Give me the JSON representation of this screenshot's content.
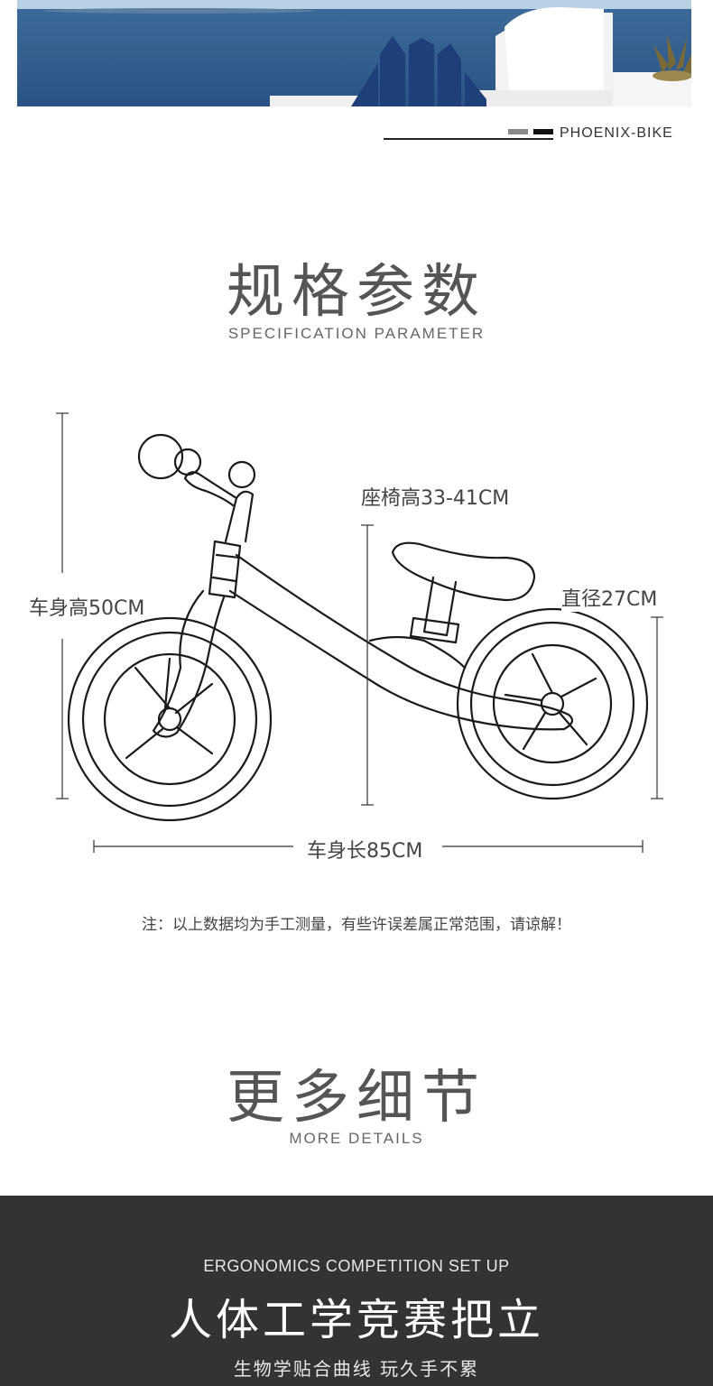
{
  "brand": {
    "name": "PHOENIX-BIKE"
  },
  "spec_section": {
    "title": "规格参数",
    "subtitle": "SPECIFICATION PARAMETER"
  },
  "dimensions": {
    "seat_height": "座椅高33-41CM",
    "body_height": "车身高50CM",
    "wheel_diameter": "直径27CM",
    "body_length": "车身长85CM"
  },
  "note": "注：以上数据均为手工测量，有些许误差属正常范围，请谅解！",
  "details_section": {
    "title": "更多细节",
    "subtitle": "MORE DETAILS"
  },
  "ergonomics": {
    "english": "ERGONOMICS COMPETITION SET UP",
    "title": "人体工学竞赛把立",
    "subtitle": "生物学贴合曲线 玩久手不累"
  },
  "colors": {
    "sea": "#2f5a8a",
    "sky": "#a9c4dc",
    "dark_band": "#333333"
  }
}
